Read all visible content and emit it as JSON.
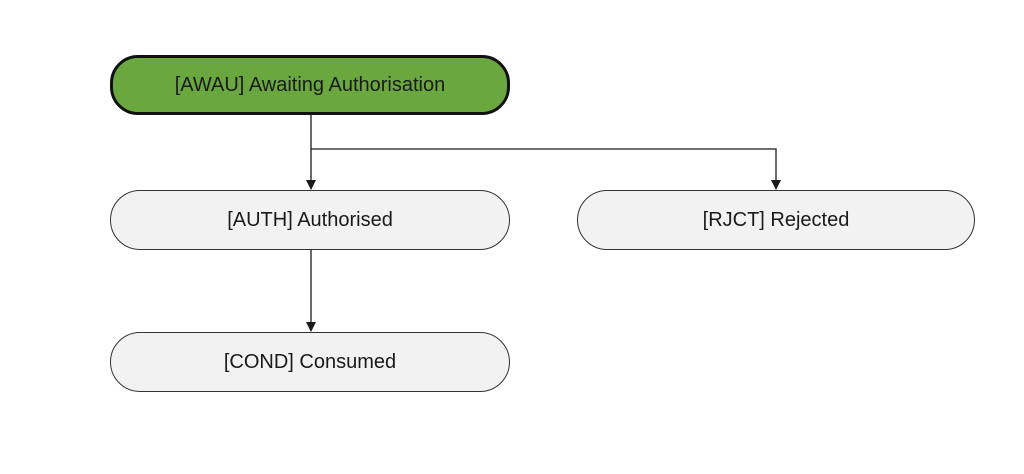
{
  "colors": {
    "active_fill": "#6aa83f",
    "node_fill": "#f2f2f2",
    "line": "#1a1a1a"
  },
  "nodes": {
    "awau": {
      "label": "[AWAU] Awaiting Authorisation",
      "state": "active"
    },
    "auth": {
      "label": "[AUTH] Authorised"
    },
    "rjct": {
      "label": "[RJCT] Rejected"
    },
    "cond": {
      "label": "[COND] Consumed"
    }
  },
  "edges": [
    {
      "from": "awau",
      "to": "auth"
    },
    {
      "from": "awau",
      "to": "rjct"
    },
    {
      "from": "auth",
      "to": "cond"
    }
  ]
}
